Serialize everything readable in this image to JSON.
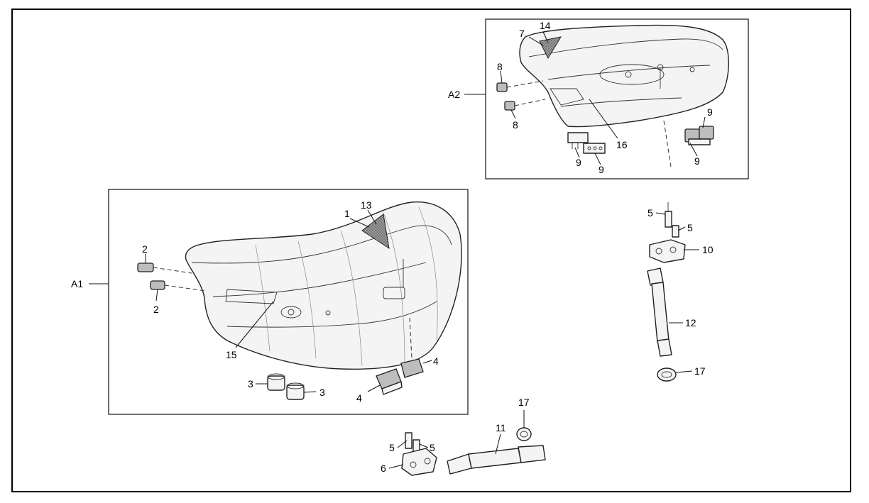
{
  "diagram": {
    "assemblies": [
      {
        "id": "A1",
        "label": "A1"
      },
      {
        "id": "A2",
        "label": "A2"
      }
    ],
    "callouts": {
      "c1": "1",
      "c2a": "2",
      "c2b": "2",
      "c3a": "3",
      "c3b": "3",
      "c4a": "4",
      "c4b": "4",
      "c5a": "5",
      "c5b": "5",
      "c5c": "5",
      "c5d": "5",
      "c6": "6",
      "c7": "7",
      "c8a": "8",
      "c8b": "8",
      "c9a": "9",
      "c9b": "9",
      "c9c": "9",
      "c9d": "9",
      "c10": "10",
      "c11": "11",
      "c12": "12",
      "c13": "13",
      "c14": "14",
      "c15": "15",
      "c16": "16",
      "c17a": "17",
      "c17b": "17"
    }
  }
}
